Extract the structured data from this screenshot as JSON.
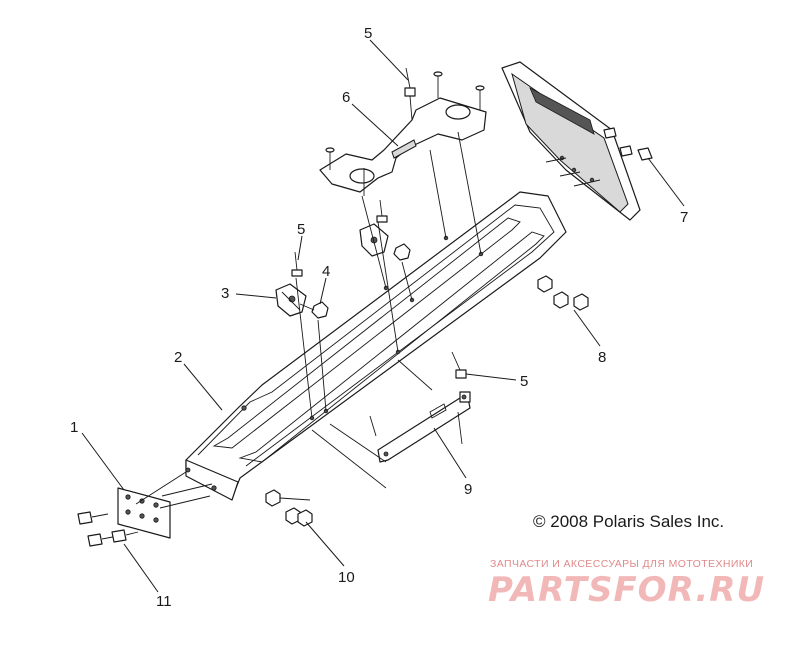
{
  "diagram": {
    "callouts": [
      {
        "id": "c1",
        "label": "1"
      },
      {
        "id": "c2",
        "label": "2"
      },
      {
        "id": "c3",
        "label": "3"
      },
      {
        "id": "c4",
        "label": "4"
      },
      {
        "id": "c5a",
        "label": "5"
      },
      {
        "id": "c5b",
        "label": "5"
      },
      {
        "id": "c5c",
        "label": "5"
      },
      {
        "id": "c6",
        "label": "6"
      },
      {
        "id": "c7",
        "label": "7"
      },
      {
        "id": "c8",
        "label": "8"
      },
      {
        "id": "c9",
        "label": "9"
      },
      {
        "id": "c10",
        "label": "10"
      },
      {
        "id": "c11",
        "label": "11"
      }
    ],
    "copyright": "© 2008 Polaris Sales Inc.",
    "watermark": {
      "tagline": "ЗАПЧАСТИ И АКСЕССУАРЫ ДЛЯ МОТОТЕХНИКИ",
      "brand": "PARTSFOR.RU"
    }
  }
}
